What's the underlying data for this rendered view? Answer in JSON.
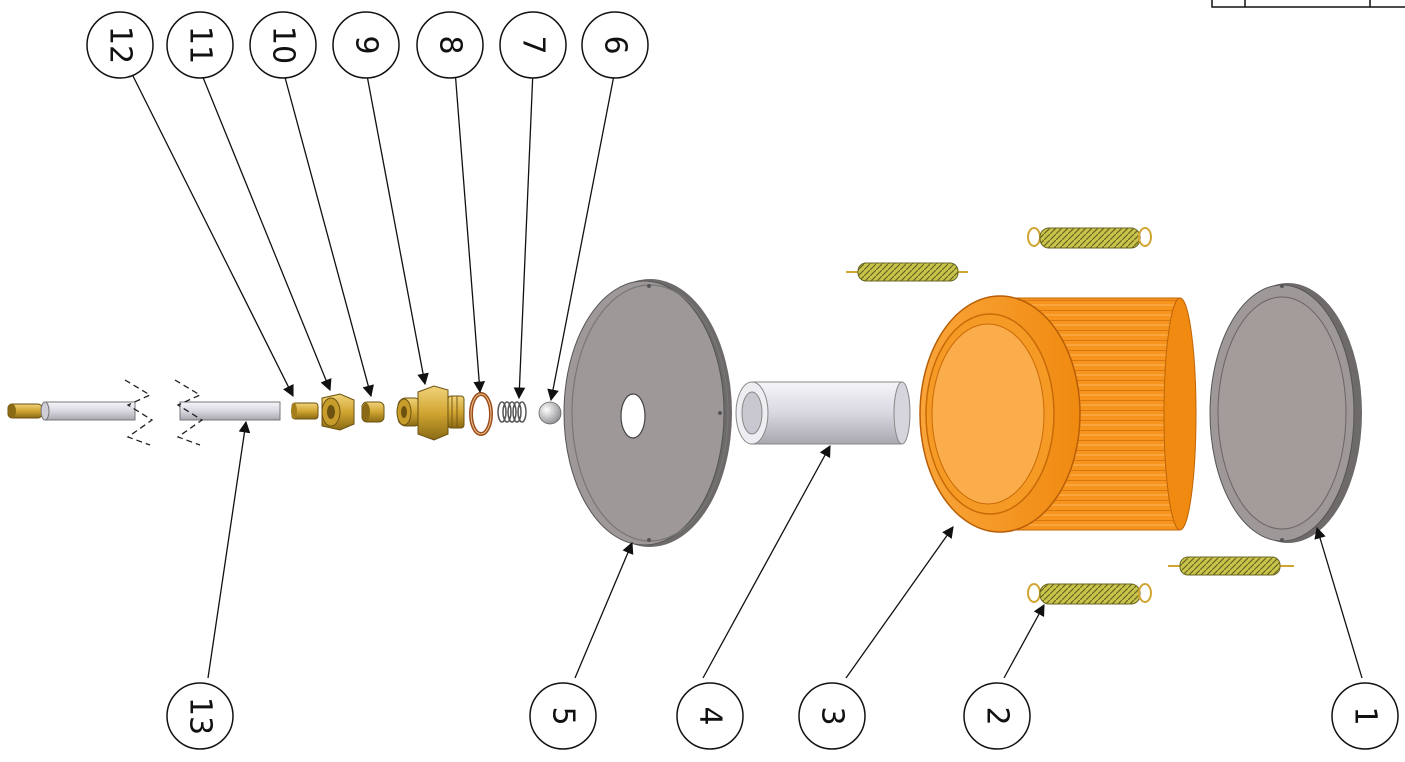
{
  "title": "",
  "colors": {
    "line": "#111111",
    "brass": "#d1a532",
    "brass_dark": "#8a6a14",
    "orange": "#f7941d",
    "orange_dark": "#d9730c",
    "plate_gray": "#9e9898",
    "plate_rim": "#6e6a6a",
    "tube_light": "#e9e7ee",
    "tube_shade": "#a9a7b0",
    "spring_yellow": "#c7c24a",
    "oring": "#9b4d1e"
  },
  "balloons": [
    {
      "id": "balloon-1",
      "label": "1"
    },
    {
      "id": "balloon-2",
      "label": "2"
    },
    {
      "id": "balloon-3",
      "label": "3"
    },
    {
      "id": "balloon-4",
      "label": "4"
    },
    {
      "id": "balloon-5",
      "label": "5"
    },
    {
      "id": "balloon-6",
      "label": "6"
    },
    {
      "id": "balloon-7",
      "label": "7"
    },
    {
      "id": "balloon-8",
      "label": "8"
    },
    {
      "id": "balloon-9",
      "label": "9"
    },
    {
      "id": "balloon-10",
      "label": "10"
    },
    {
      "id": "balloon-11",
      "label": "11"
    },
    {
      "id": "balloon-12",
      "label": "12"
    },
    {
      "id": "balloon-13",
      "label": "13"
    }
  ]
}
